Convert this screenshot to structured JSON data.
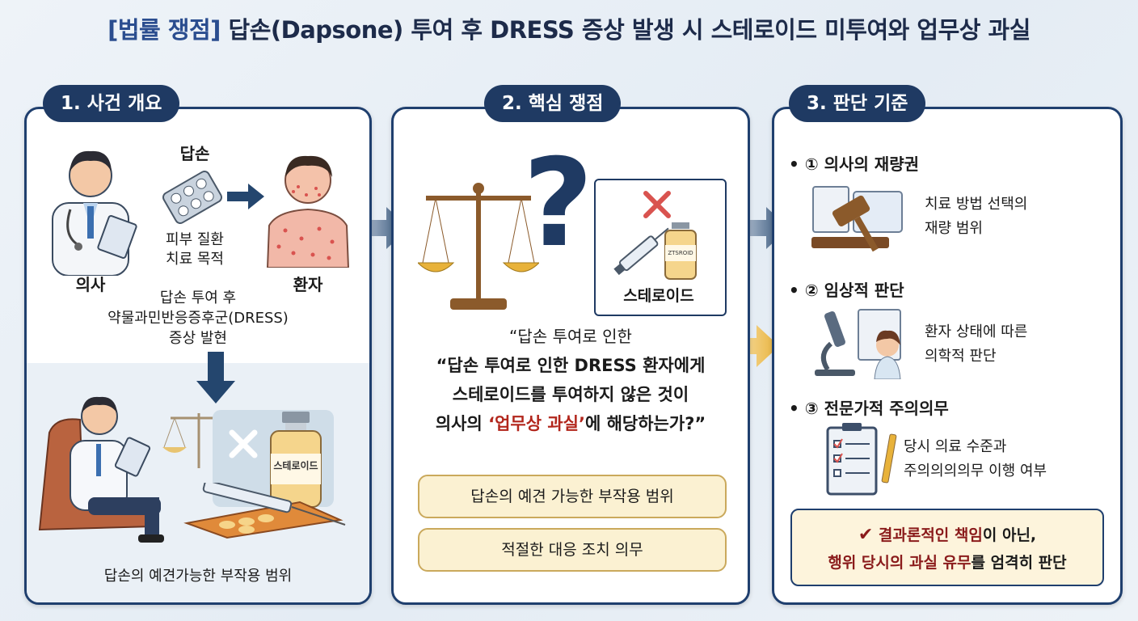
{
  "header": {
    "tag": "[법률 쟁점]",
    "title": "답손(Dapsone) 투여 후 DRESS 증상 발생 시 스테로이드 미투여와 업무상 과실"
  },
  "panel1": {
    "title": "1. 사건 개요",
    "drug_label": "답손",
    "doctor_label": "의사",
    "purpose_line1": "피부 질환",
    "purpose_line2": "치료 목적",
    "patient_label": "환자",
    "event_line1": "답손 투여 후",
    "event_line2": "약물과민반응증후군(DRESS)",
    "event_line3": "증상 발현",
    "bottom_caption": "답손의 예견가능한 부작용 범위",
    "vial_label": "스테로이드"
  },
  "panel2": {
    "title": "2. 핵심 쟁점",
    "steroid_label": "스테로이드",
    "vial_text": "ZTSROID",
    "question_pre": "“답손 투여로 인한",
    "question_l1": "“답손 투여로 인한 DRESS 환자에게",
    "question_l2": "스테로이드를 투여하지 않은 것이",
    "question_l3a": "의사의 ",
    "question_l3b": "‘업무상 과실’",
    "question_l3c": "에 해당하는가?”",
    "box1": "답손의 예견 가능한 부작용 범위",
    "box2": "적절한 대응 조치 의무"
  },
  "panel3": {
    "title": "3. 판단 기준",
    "criteria": [
      {
        "title": "• ① 의사의 재량권",
        "line1": "치료 방법 선택의",
        "line2": "재량 범위",
        "icon": "gavel-icon"
      },
      {
        "title": "• ② 임상적 판단",
        "line1": "환자 상태에 따른",
        "line2": "의학적 판단",
        "icon": "microscope-icon"
      },
      {
        "title": "• ③ 전문가적 주의의무",
        "line1": "당시 의료 수준과",
        "line2": "주의의의의무 이행 여부",
        "icon": "checklist-icon"
      }
    ],
    "verdict_a": "결과론적인 책임",
    "verdict_b": "이 아닌,",
    "verdict_c": "행위 당시의 과실 유무",
    "verdict_d": "를 엄격히 판단"
  },
  "colors": {
    "navy": "#1f3a63",
    "accent_red": "#b2261c",
    "pill_bg": "#fbf1d2",
    "gold": "#e8b23a"
  }
}
